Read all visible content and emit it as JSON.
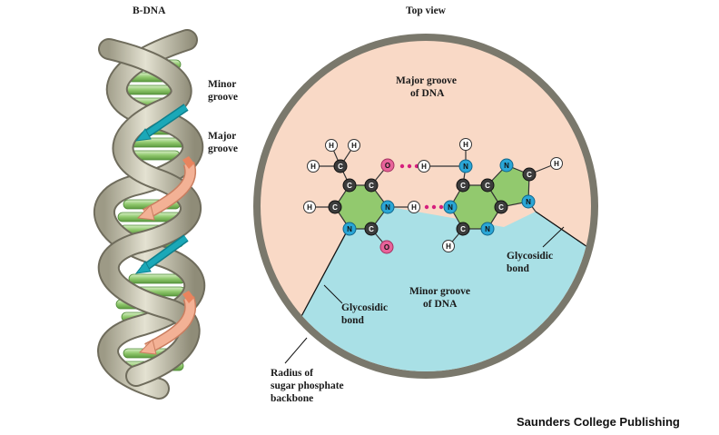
{
  "labels": {
    "bdna_title": "B-DNA",
    "topview_title": "Top view",
    "minor_groove_line1": "Minor",
    "minor_groove_line2": "groove",
    "major_groove_line1": "Major",
    "major_groove_line2": "groove",
    "major_groove_dna_line1": "Major groove",
    "major_groove_dna_line2": "of DNA",
    "minor_groove_dna_line1": "Minor groove",
    "minor_groove_dna_line2": "of DNA",
    "glycosidic_left_line1": "Glycosidic",
    "glycosidic_left_line2": "bond",
    "glycosidic_right_line1": "Glycosidic",
    "glycosidic_right_line2": "bond",
    "radius_line1": "Radius of",
    "radius_line2": "sugar phosphate",
    "radius_line3": "backbone"
  },
  "credit": "Saunders College Publishing",
  "atoms": {
    "carbon": "C",
    "nitrogen": "N",
    "oxygen": "O",
    "hydrogen": "H"
  },
  "colors": {
    "major_groove_fill": "#f9d9c6",
    "minor_groove_fill": "#a9e0e6",
    "backbone_ring": "#7a786c",
    "ring_fill": "#92c96e",
    "carbon_atom": "#3c3c3c",
    "nitrogen_atom": "#2aa6d6",
    "oxygen_atom": "#e8639a",
    "hydrogen_atom": "#ffffff",
    "hbond_dots": "#d61f7d",
    "minor_arrow": "#1ba8b8",
    "major_arrow": "#f3b195"
  }
}
